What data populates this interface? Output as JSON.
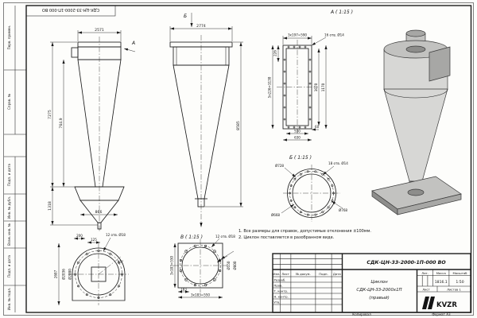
{
  "margin": {
    "top_code": "СДК-ЦН-33-2000-1П-000 ВО",
    "left_labels": [
      "Перв. примен.",
      "Справ. №",
      "Подп. и дата",
      "Инв. № дубл.",
      "Взам. инв. №",
      "Подп. и дата",
      "Инв. № подл."
    ]
  },
  "views": {
    "front": {
      "dim_width": "2571",
      "dim_height": "7275",
      "dim_cone": "764.9",
      "dim_bunker": "1318",
      "dim_bottom": "866",
      "view_arrow": "А"
    },
    "main": {
      "dim_width": "2774",
      "dim_height": "8585",
      "section_mark": "Б"
    },
    "section_a": {
      "title": "А ( 1:15 )",
      "dim_top": "3x197=590",
      "dim_holes": "16 отв. Ø14",
      "dim_226": "226",
      "dim_left": "5x226=1130",
      "dim_r_inner": "1070",
      "dim_r_outer": "1170",
      "dim_b_inner": "530",
      "dim_b_outer": "630",
      "dim_60": "60"
    },
    "section_b": {
      "title": "Б ( 1:15 )",
      "dim_d1": "Ø728",
      "dim_holes": "18 отв. Ø14",
      "dim_d2": "Ø668",
      "dim_d3": "Ø768"
    },
    "section_v": {
      "title": "В ( 1:15 )",
      "dim_holes": "12 отв. Ø18",
      "dim_left": "3x183=550",
      "dim_d_inner": "Ø550",
      "dim_d_outer": "Ø600",
      "dim_step": "183",
      "dim_bottom": "3x183=550"
    },
    "scroll": {
      "dim_200": "200",
      "dim_125": "125",
      "dim_holes": "12 отв. Ø18",
      "dim_height": "2687",
      "dim_d_outer": "Ø2036",
      "dim_d_inner": "Ø2000",
      "dim_angle": "45°"
    }
  },
  "notes": {
    "line1": "1. Все размеры для справок, допустимые отклонения ±100мм.",
    "line2": "2. Циклон поставляется в разобранном виде."
  },
  "title_block": {
    "code": "СДК-ЦН-33-2000-1П-000 ВО",
    "name_line1": "Циклон",
    "name_line2": "СДК-ЦН-33-2000х1П",
    "name_line3": "(правый)",
    "col_izm": "Изм.",
    "col_list": "Лист",
    "col_doc": "№ докум.",
    "col_sign": "Подп.",
    "col_date": "Дата",
    "row_developed": "Разраб.",
    "row_checked": "Пров.",
    "row_tcontrol": "Т. контр.",
    "row_ncontrol": "Н. контр.",
    "row_approved": "Утв.",
    "lit_label": "Лит.",
    "mass_label": "Масса",
    "scale_label": "Масштаб",
    "mass_value": "1816.1",
    "scale_value": "1:50",
    "sheet_label": "Лист",
    "sheets_label": "Листов 1",
    "logo_text": "KVZR",
    "copied_label": "Копировал",
    "format_label": "Формат А3"
  }
}
